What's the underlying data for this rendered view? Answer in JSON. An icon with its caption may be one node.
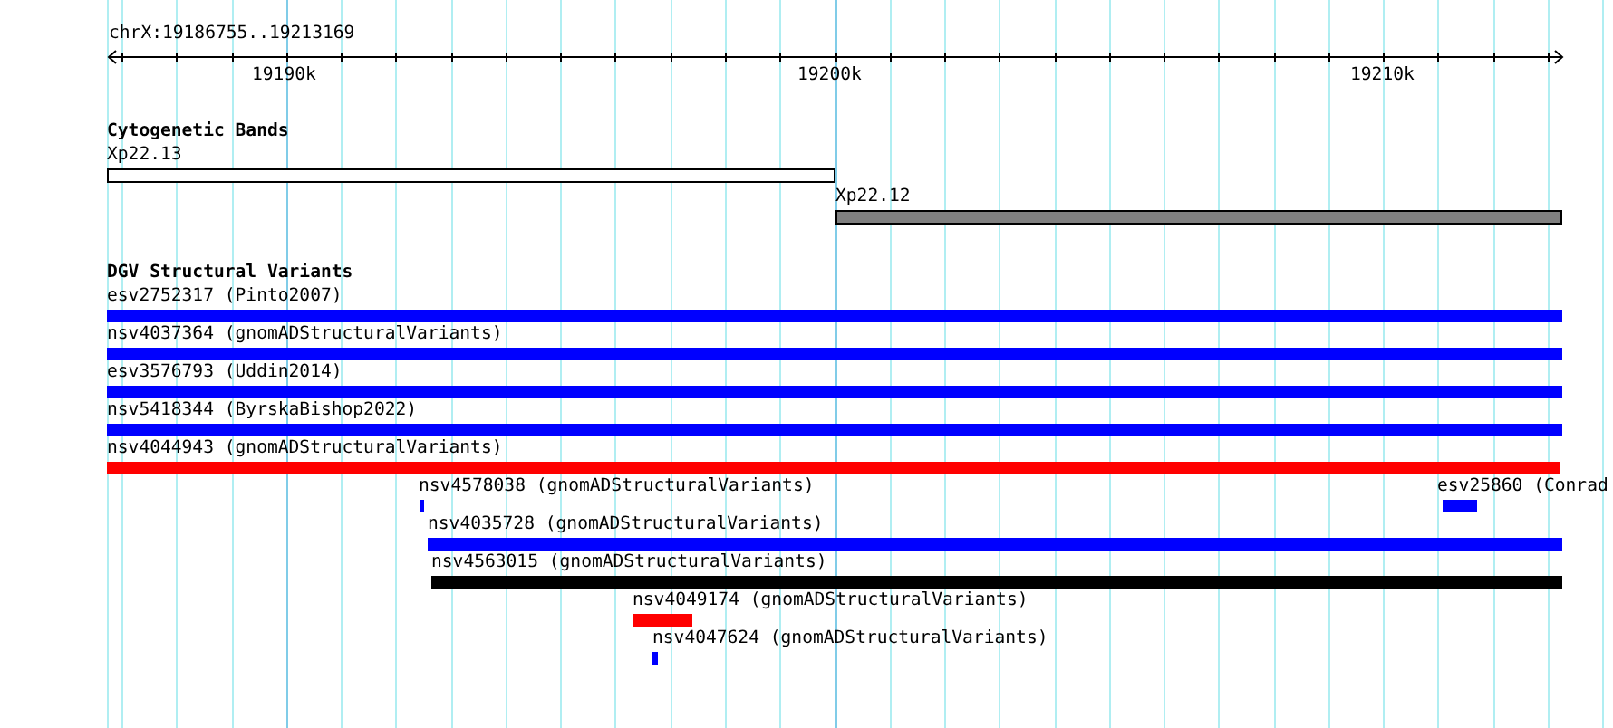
{
  "diagram": {
    "nodes": [
      {
        "text": [
          "Xp22.13"
        ]
      },
      {
        "text": [
          "Xp22.12"
        ]
      },
      {
        "text": [
          "esv2752317 (Pinto2007)"
        ]
      },
      {
        "text": [
          "nsv4037364 (gnomADStructuralVariants)"
        ]
      },
      {
        "text": [
          "esv3576793 (Uddin2014)"
        ]
      },
      {
        "text": [
          "nsv5418344 (ByrskaBishop2022)"
        ]
      },
      {
        "text": [
          "nsv4044943 (gnomADStructuralVariants)"
        ]
      },
      {
        "text": [
          "nsv4578038 (gnomADStructuralVariants)"
        ]
      },
      {
        "text": [
          "esv25860 (Conrad"
        ]
      },
      {
        "text": [
          "nsv4035728 (gnomADStructuralVariants)"
        ]
      },
      {
        "text": [
          "nsv4563015 (gnomADStructuralVariants)"
        ]
      },
      {
        "text": [
          "nsv4049174 (gnomADStructuralVariants)"
        ]
      },
      {
        "text": [
          "nsv4047624 (gnomADStructuralVariants)"
        ]
      }
    ],
    "labels": [
      "chrX:19186755..19213169",
      "19190k",
      "19200k",
      "19210k",
      "Cytogenetic Bands",
      "DGV Structural Variants"
    ]
  }
}
